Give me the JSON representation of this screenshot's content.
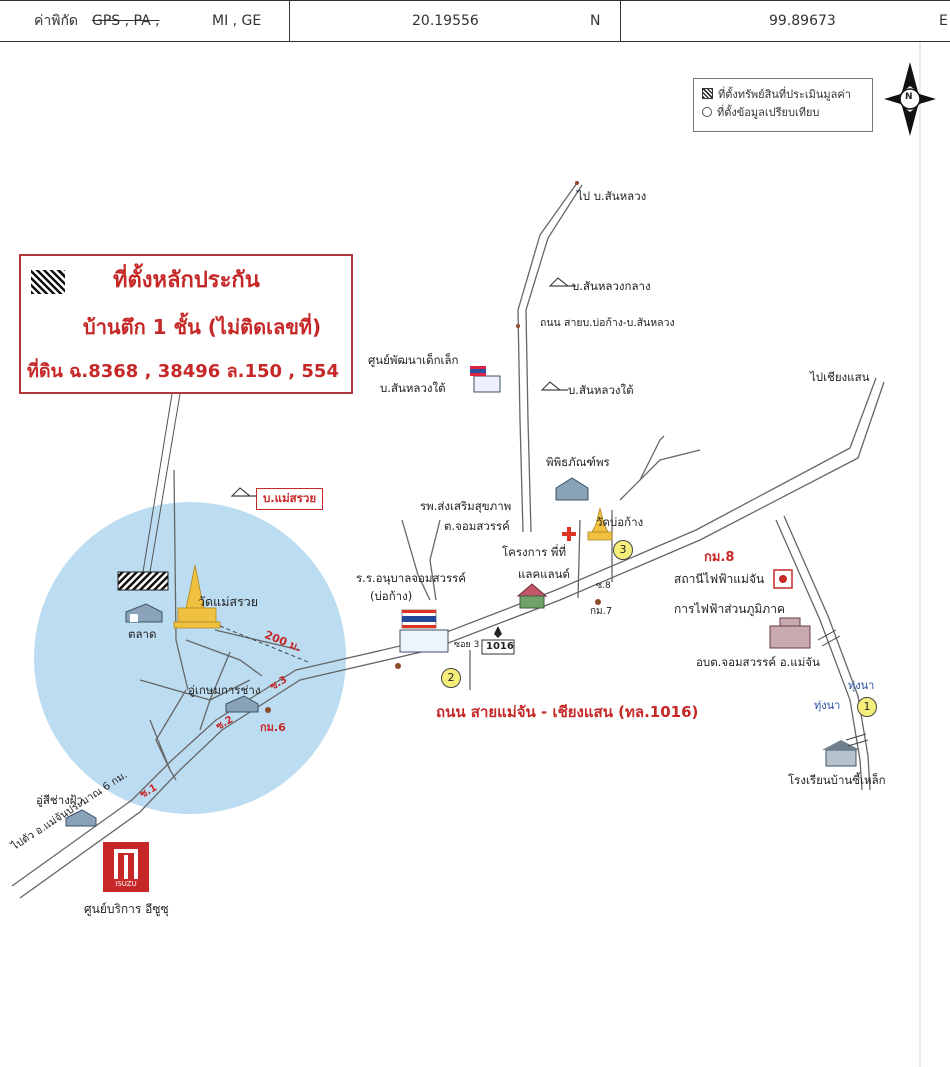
{
  "header": {
    "coord_label_prefix": "ค่าพิกัด",
    "coord_struck_systems": "GPS , PA ,",
    "coord_systems": "MI , GE",
    "latitude": "20.19556",
    "lat_hemisphere": "N",
    "longitude": "99.89673",
    "lon_hemisphere": "E"
  },
  "legend": {
    "subject_property": "ที่ตั้งทรัพย์สินที่ประเมินมูลค่า",
    "comparable_data": "ที่ตั้งข้อมูลเปรียบเทียบ"
  },
  "compass": {
    "north_letter": "N"
  },
  "callout": {
    "title": "ที่ตั้งหลักประกัน",
    "building": "บ้านตึก 1 ชั้น (ไม่ติดเลขที่)",
    "title_deeds": "ที่ดิน ฉ.8368 , 38496 ล.150 , 554"
  },
  "places": {
    "to_ban_san_luang": "ไป บ.สันหลวง",
    "ban_san_luang_klang": "บ.สันหลวงกลาง",
    "road_bo_kang_san_luang": "ถนน สายบ.บ่อก้าง-บ.สันหลวง",
    "child_center_1": "ศูนย์พัฒนาเด็กเล็ก",
    "child_center_2": "บ.สันหลวงใต้",
    "ban_san_luang_tai": "บ.สันหลวงใต้",
    "to_chiang_saen": "ไปเชียงแสน",
    "museum": "พิพิธภัณฑ์พร",
    "hospital_1": "รพ.ส่งเสริมสุขภาพ",
    "hospital_2": "ต.จอมสวรรค์",
    "wat_bo_kang": "วัดบ่อก้าง",
    "project_1": "โครงการ พี่ที่",
    "project_2": "แลคแลนด์",
    "ban_mae_suai": "บ.แม่สรวย",
    "school_1": "ร.ร.อนุบาลจอมสวรรค์",
    "school_2": "(บ่อก้าง)",
    "wat_mae_suai": "วัดแม่สรวย",
    "market": "ตลาด",
    "distance": "200 ม.",
    "repair_shop": "อู่เกษมการช่าง",
    "km6": "กม.6",
    "km7": "กม.7",
    "km8": "กม.8",
    "soi1": "ซ.1",
    "soi2": "ซ.2",
    "soi3": "ซ.3",
    "soi3b": "ซอย 3",
    "soi8": "ซ.8",
    "route_shield": "1016",
    "main_road": "ถนน สายแม่จัน - เชียงแสน (ทล.1016)",
    "power_station_1": "สถานีไฟฟ้าแม่จัน",
    "power_station_2": "การไฟฟ้าส่วนภูมิภาค",
    "sao": "อบต.จอมสวรรค์ อ.แม่จัน",
    "thung_na_1": "ทุ่งนา",
    "thung_na_2": "ทุ่งนา",
    "school_ban_si_lek": "โรงเรียนบ้านซี้เหล็ก",
    "paint_shop": "อู่สีช่างฝ้า",
    "to_mae_chan": "ไปตัว อ.แม่จันประมาณ 6 กม.",
    "isuzu_center": "ศูนย์บริการ อีซูซุ",
    "isuzu_logo_text": "ISUZU",
    "num1": "1",
    "num2": "2",
    "num3": "3"
  },
  "colors": {
    "accent_red": "#c62828",
    "circle_fill": "#bcdcf1",
    "marker_yellow": "#f6ee7a"
  }
}
